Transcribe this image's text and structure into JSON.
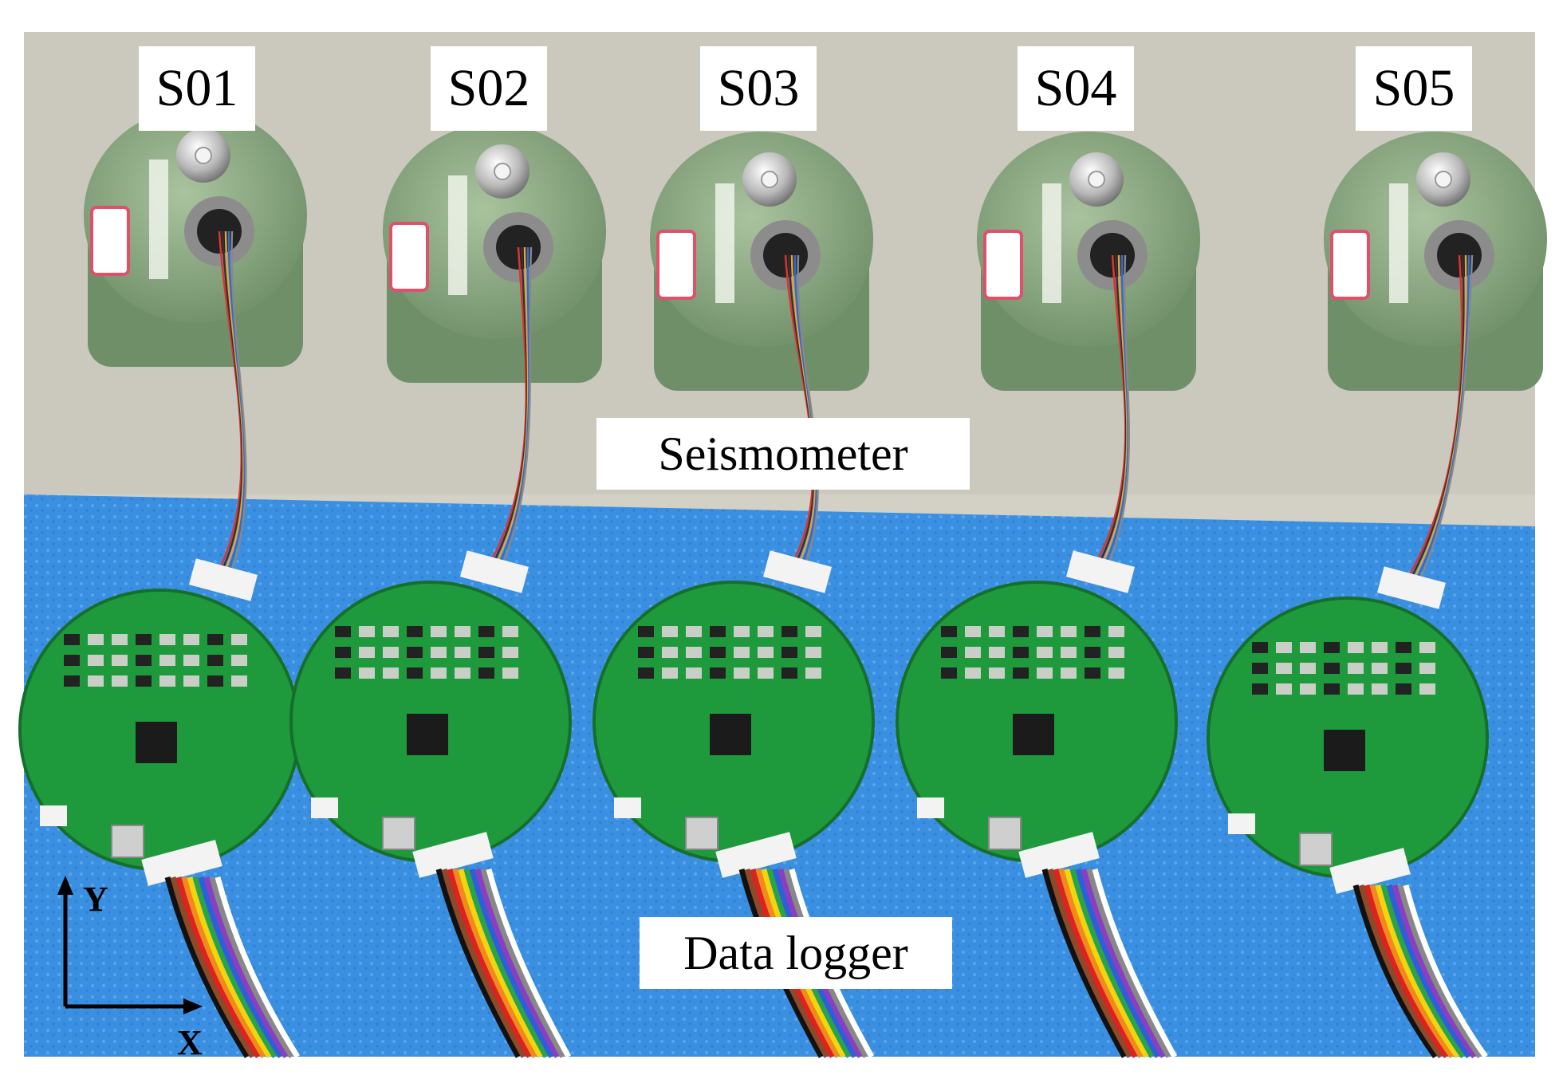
{
  "stations": [
    "S01",
    "S02",
    "S03",
    "S04",
    "S05"
  ],
  "callouts": {
    "seismometer": "Seismometer",
    "data_logger": "Data logger"
  },
  "axes": {
    "x": "X",
    "y": "Y"
  },
  "colors": {
    "floor_grey": "#cbc8bd",
    "foam_blue": "#3a8fe0",
    "sensor_green": "#8fae85",
    "pcb_green": "#1e9a3c"
  }
}
